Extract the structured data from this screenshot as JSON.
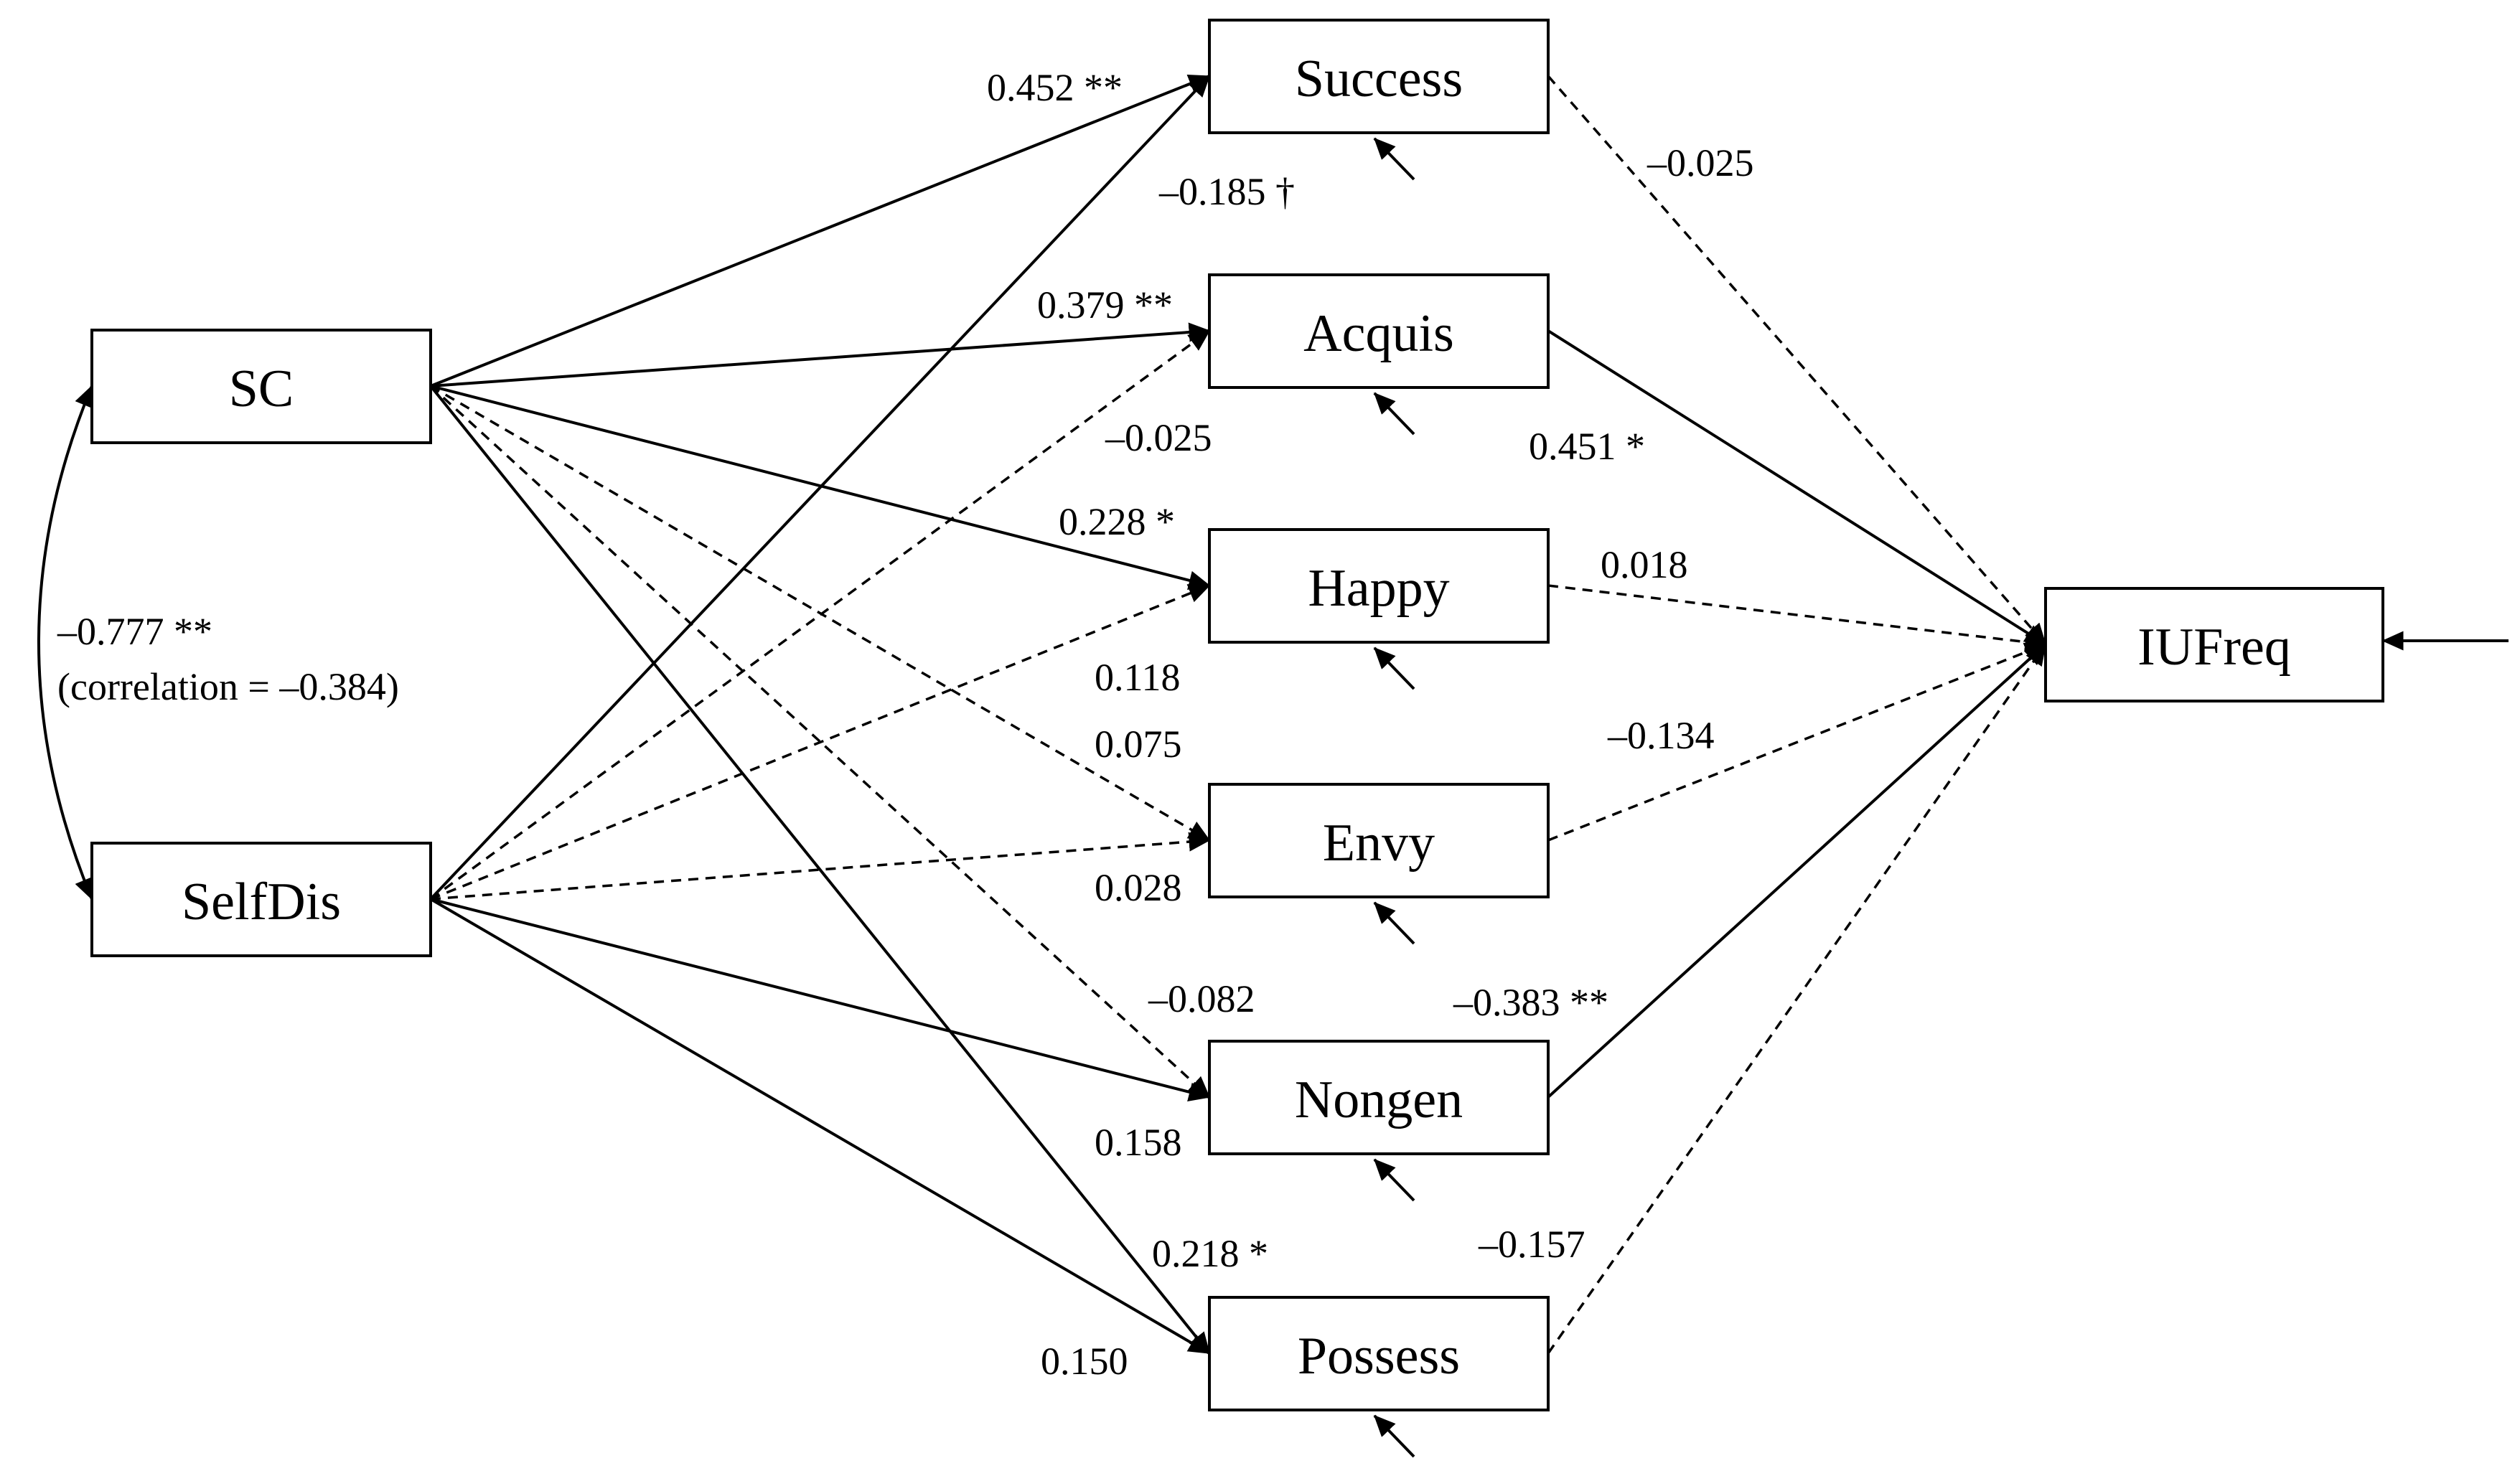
{
  "nodes": {
    "sc": "SC",
    "selfdis": "SelfDis",
    "success": "Success",
    "acquis": "Acquis",
    "happy": "Happy",
    "envy": "Envy",
    "nongen": "Nongen",
    "possess": "Possess",
    "iufreq": "IUFreq"
  },
  "correlation": {
    "value": "–0.777 **",
    "note": "(correlation = –0.384)"
  },
  "path_labels": {
    "sc_success": "0.452 **",
    "selfdis_success": "–0.185 †",
    "sc_acquis": "0.379 **",
    "selfdis_acquis": "–0.025",
    "sc_happy": "0.228 *",
    "selfdis_happy": "0.118",
    "sc_envy": "0.075",
    "selfdis_envy": "0.028",
    "sc_nongen": "–0.082",
    "selfdis_nongen": "0.158",
    "sc_possess": "0.218 *",
    "selfdis_possess": "0.150",
    "success_iufreq": "–0.025",
    "acquis_iufreq": "0.451 *",
    "happy_iufreq": "0.018",
    "envy_iufreq": "–0.134",
    "nongen_iufreq": "–0.383 **",
    "possess_iufreq": "–0.157"
  },
  "paths": [
    {
      "from": "sc",
      "to": "success",
      "style": "solid"
    },
    {
      "from": "sc",
      "to": "acquis",
      "style": "solid"
    },
    {
      "from": "sc",
      "to": "happy",
      "style": "solid"
    },
    {
      "from": "sc",
      "to": "envy",
      "style": "dashed"
    },
    {
      "from": "sc",
      "to": "nongen",
      "style": "dashed"
    },
    {
      "from": "sc",
      "to": "possess",
      "style": "solid"
    },
    {
      "from": "selfdis",
      "to": "success",
      "style": "solid"
    },
    {
      "from": "selfdis",
      "to": "acquis",
      "style": "dashed"
    },
    {
      "from": "selfdis",
      "to": "happy",
      "style": "dashed"
    },
    {
      "from": "selfdis",
      "to": "envy",
      "style": "dashed"
    },
    {
      "from": "selfdis",
      "to": "nongen",
      "style": "solid"
    },
    {
      "from": "selfdis",
      "to": "possess",
      "style": "solid"
    },
    {
      "from": "success",
      "to": "iufreq",
      "style": "dashed"
    },
    {
      "from": "acquis",
      "to": "iufreq",
      "style": "solid"
    },
    {
      "from": "happy",
      "to": "iufreq",
      "style": "dashed"
    },
    {
      "from": "envy",
      "to": "iufreq",
      "style": "dashed"
    },
    {
      "from": "nongen",
      "to": "iufreq",
      "style": "solid"
    },
    {
      "from": "possess",
      "to": "iufreq",
      "style": "dashed"
    }
  ]
}
